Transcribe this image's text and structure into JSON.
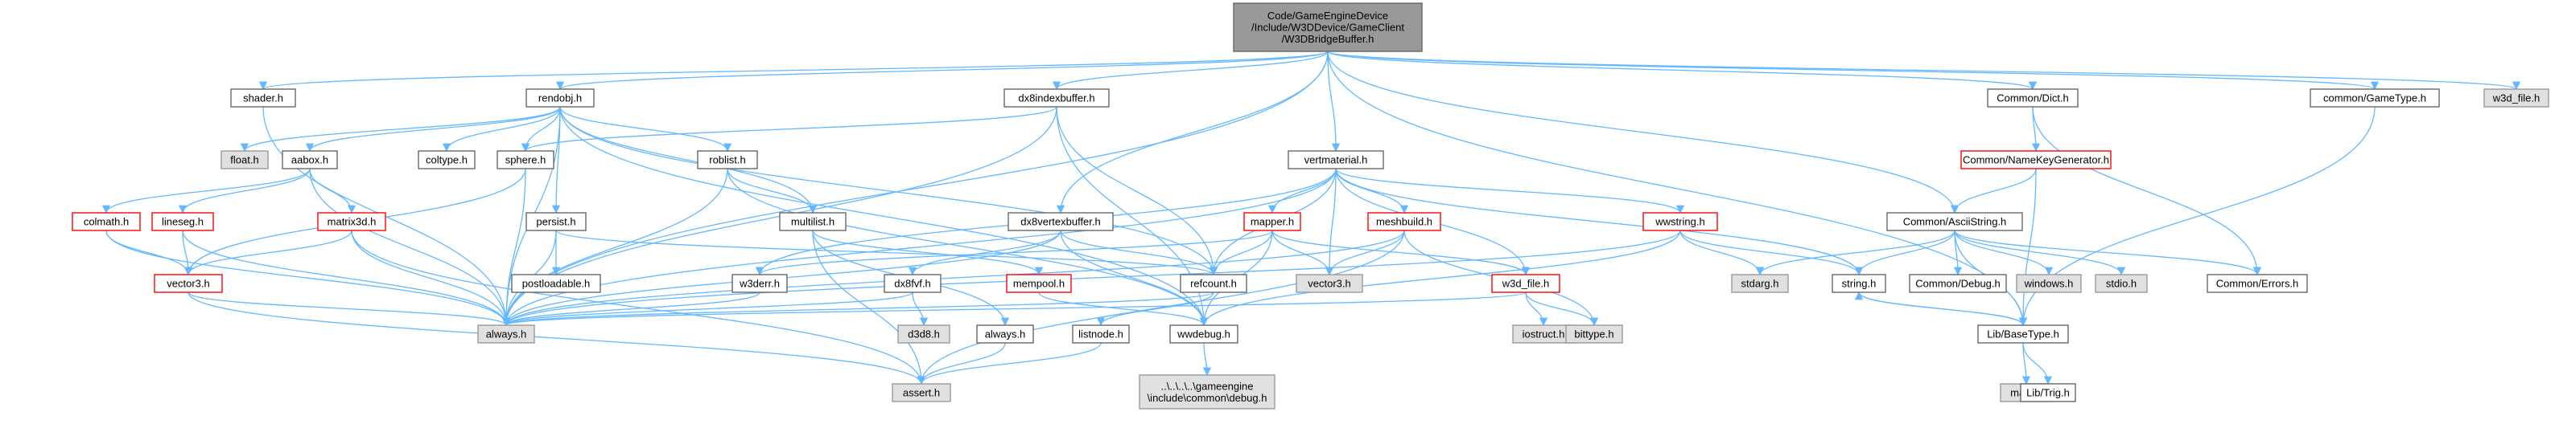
{
  "graph": {
    "colors": {
      "edge": "#63b8ff",
      "root_fill": "#999999",
      "root_stroke": "#666666",
      "node_fill": "#ffffff",
      "node_stroke": "#666666",
      "system_fill": "#e0e0e0",
      "system_stroke": "#999999",
      "missing_stroke": "#ff0000"
    },
    "nodes": [
      {
        "id": "root",
        "label": [
          "Code/GameEngineDevice",
          "/Include/W3DDevice/GameClient",
          "/W3DBridgeBuffer.h"
        ],
        "kind": "root"
      },
      {
        "id": "shader",
        "label": [
          "shader.h"
        ],
        "kind": "normal"
      },
      {
        "id": "rendobj",
        "label": [
          "rendobj.h"
        ],
        "kind": "normal"
      },
      {
        "id": "dx8index",
        "label": [
          "dx8indexbuffer.h"
        ],
        "kind": "normal"
      },
      {
        "id": "commondict",
        "label": [
          "Common/Dict.h"
        ],
        "kind": "normal"
      },
      {
        "id": "commongametype",
        "label": [
          "common/GameType.h"
        ],
        "kind": "normal"
      },
      {
        "id": "w3dfile_top",
        "label": [
          "w3d_file.h"
        ],
        "kind": "system"
      },
      {
        "id": "float",
        "label": [
          "float.h"
        ],
        "kind": "system"
      },
      {
        "id": "aabox",
        "label": [
          "aabox.h"
        ],
        "kind": "normal"
      },
      {
        "id": "coltype",
        "label": [
          "coltype.h"
        ],
        "kind": "normal"
      },
      {
        "id": "sphere",
        "label": [
          "sphere.h"
        ],
        "kind": "normal"
      },
      {
        "id": "roblist",
        "label": [
          "roblist.h"
        ],
        "kind": "normal"
      },
      {
        "id": "vertmaterial",
        "label": [
          "vertmaterial.h"
        ],
        "kind": "normal"
      },
      {
        "id": "namekey",
        "label": [
          "Common/NameKeyGenerator.h"
        ],
        "kind": "missing"
      },
      {
        "id": "colmath",
        "label": [
          "colmath.h"
        ],
        "kind": "missing"
      },
      {
        "id": "lineseg",
        "label": [
          "lineseg.h"
        ],
        "kind": "missing"
      },
      {
        "id": "matrix3d",
        "label": [
          "matrix3d.h"
        ],
        "kind": "missing"
      },
      {
        "id": "persist",
        "label": [
          "persist.h"
        ],
        "kind": "normal"
      },
      {
        "id": "multilist",
        "label": [
          "multilist.h"
        ],
        "kind": "normal"
      },
      {
        "id": "dx8vertex",
        "label": [
          "dx8vertexbuffer.h"
        ],
        "kind": "normal"
      },
      {
        "id": "mapper",
        "label": [
          "mapper.h"
        ],
        "kind": "missing"
      },
      {
        "id": "meshbuild",
        "label": [
          "meshbuild.h"
        ],
        "kind": "missing"
      },
      {
        "id": "wwstring",
        "label": [
          "wwstring.h"
        ],
        "kind": "missing"
      },
      {
        "id": "asciistring",
        "label": [
          "Common/AsciiString.h"
        ],
        "kind": "normal"
      },
      {
        "id": "vector3",
        "label": [
          "vector3.h"
        ],
        "kind": "missing"
      },
      {
        "id": "postloadable",
        "label": [
          "postloadable.h"
        ],
        "kind": "normal"
      },
      {
        "id": "w3derr",
        "label": [
          "w3derr.h"
        ],
        "kind": "normal"
      },
      {
        "id": "dx8fvf",
        "label": [
          "dx8fvf.h"
        ],
        "kind": "normal"
      },
      {
        "id": "mempool",
        "label": [
          "mempool.h"
        ],
        "kind": "missing"
      },
      {
        "id": "refcount",
        "label": [
          "refcount.h"
        ],
        "kind": "normal"
      },
      {
        "id": "vector3sys",
        "label": [
          "vector3.h"
        ],
        "kind": "system"
      },
      {
        "id": "w3dfile",
        "label": [
          "w3d_file.h"
        ],
        "kind": "missing"
      },
      {
        "id": "stdarg",
        "label": [
          "stdarg.h"
        ],
        "kind": "system"
      },
      {
        "id": "string",
        "label": [
          "string.h"
        ],
        "kind": "normal"
      },
      {
        "id": "commondebug",
        "label": [
          "Common/Debug.h"
        ],
        "kind": "normal"
      },
      {
        "id": "windows",
        "label": [
          "windows.h"
        ],
        "kind": "system"
      },
      {
        "id": "stdio",
        "label": [
          "stdio.h"
        ],
        "kind": "system"
      },
      {
        "id": "commonerrors",
        "label": [
          "Common/Errors.h"
        ],
        "kind": "normal"
      },
      {
        "id": "always",
        "label": [
          "always.h"
        ],
        "kind": "system"
      },
      {
        "id": "d3d8",
        "label": [
          "d3d8.h"
        ],
        "kind": "system"
      },
      {
        "id": "alwaysn",
        "label": [
          "always.h"
        ],
        "kind": "normal"
      },
      {
        "id": "listnode",
        "label": [
          "listnode.h"
        ],
        "kind": "normal"
      },
      {
        "id": "wwdebug",
        "label": [
          "wwdebug.h"
        ],
        "kind": "normal"
      },
      {
        "id": "iostruct",
        "label": [
          "iostruct.h"
        ],
        "kind": "system"
      },
      {
        "id": "bittype",
        "label": [
          "bittype.h"
        ],
        "kind": "system"
      },
      {
        "id": "basetype",
        "label": [
          "Lib/BaseType.h"
        ],
        "kind": "normal"
      },
      {
        "id": "assert",
        "label": [
          "assert.h"
        ],
        "kind": "system"
      },
      {
        "id": "gedebug",
        "label": [
          "..\\..\\..\\..\\gameengine",
          "\\include\\common\\debug.h"
        ],
        "kind": "system"
      },
      {
        "id": "math",
        "label": [
          "math.h"
        ],
        "kind": "system"
      },
      {
        "id": "trig",
        "label": [
          "Lib/Trig.h"
        ],
        "kind": "normal"
      }
    ],
    "edges": [
      [
        "root",
        "shader"
      ],
      [
        "root",
        "rendobj"
      ],
      [
        "root",
        "dx8index"
      ],
      [
        "root",
        "vertmaterial"
      ],
      [
        "root",
        "dx8vertex"
      ],
      [
        "root",
        "commondict"
      ],
      [
        "root",
        "commongametype"
      ],
      [
        "root",
        "w3dfile_top"
      ],
      [
        "root",
        "asciistring"
      ],
      [
        "root",
        "always"
      ],
      [
        "root",
        "basetype"
      ],
      [
        "shader",
        "always"
      ],
      [
        "rendobj",
        "float"
      ],
      [
        "rendobj",
        "aabox"
      ],
      [
        "rendobj",
        "coltype"
      ],
      [
        "rendobj",
        "sphere"
      ],
      [
        "rendobj",
        "roblist"
      ],
      [
        "rendobj",
        "persist"
      ],
      [
        "rendobj",
        "multilist"
      ],
      [
        "rendobj",
        "always"
      ],
      [
        "rendobj",
        "refcount"
      ],
      [
        "rendobj",
        "wwdebug"
      ],
      [
        "aabox",
        "colmath"
      ],
      [
        "aabox",
        "lineseg"
      ],
      [
        "aabox",
        "matrix3d"
      ],
      [
        "aabox",
        "always"
      ],
      [
        "colmath",
        "vector3"
      ],
      [
        "colmath",
        "always"
      ],
      [
        "lineseg",
        "vector3"
      ],
      [
        "lineseg",
        "always"
      ],
      [
        "matrix3d",
        "vector3"
      ],
      [
        "matrix3d",
        "always"
      ],
      [
        "matrix3d",
        "assert"
      ],
      [
        "vector3",
        "always"
      ],
      [
        "vector3",
        "assert"
      ],
      [
        "sphere",
        "vector3"
      ],
      [
        "sphere",
        "always"
      ],
      [
        "persist",
        "postloadable"
      ],
      [
        "persist",
        "refcount"
      ],
      [
        "persist",
        "always"
      ],
      [
        "roblist",
        "multilist"
      ],
      [
        "roblist",
        "always"
      ],
      [
        "roblist",
        "wwdebug"
      ],
      [
        "multilist",
        "mempool"
      ],
      [
        "multilist",
        "alwaysn"
      ],
      [
        "multilist",
        "assert"
      ],
      [
        "mempool",
        "wwdebug"
      ],
      [
        "dx8index",
        "sphere"
      ],
      [
        "dx8index",
        "refcount"
      ],
      [
        "dx8index",
        "wwdebug"
      ],
      [
        "dx8index",
        "always"
      ],
      [
        "dx8vertex",
        "dx8fvf"
      ],
      [
        "dx8vertex",
        "refcount"
      ],
      [
        "dx8vertex",
        "wwdebug"
      ],
      [
        "dx8vertex",
        "always"
      ],
      [
        "dx8fvf",
        "d3d8"
      ],
      [
        "dx8fvf",
        "always"
      ],
      [
        "vertmaterial",
        "mapper"
      ],
      [
        "vertmaterial",
        "meshbuild"
      ],
      [
        "vertmaterial",
        "wwstring"
      ],
      [
        "vertmaterial",
        "w3dfile"
      ],
      [
        "vertmaterial",
        "vector3sys"
      ],
      [
        "vertmaterial",
        "refcount"
      ],
      [
        "vertmaterial",
        "w3derr"
      ],
      [
        "vertmaterial",
        "string"
      ],
      [
        "vertmaterial",
        "always"
      ],
      [
        "mapper",
        "refcount"
      ],
      [
        "mapper",
        "vector3sys"
      ],
      [
        "mapper",
        "w3dfile"
      ],
      [
        "mapper",
        "w3derr"
      ],
      [
        "mapper",
        "wwdebug"
      ],
      [
        "meshbuild",
        "vector3sys"
      ],
      [
        "meshbuild",
        "bittype"
      ],
      [
        "meshbuild",
        "always"
      ],
      [
        "meshbuild",
        "assert"
      ],
      [
        "wwstring",
        "stdarg"
      ],
      [
        "wwstring",
        "string"
      ],
      [
        "wwstring",
        "wwdebug"
      ],
      [
        "wwstring",
        "always"
      ],
      [
        "w3dfile",
        "always"
      ],
      [
        "w3dfile",
        "iostruct"
      ],
      [
        "w3dfile",
        "bittype"
      ],
      [
        "w3derr",
        "always"
      ],
      [
        "refcount",
        "listnode"
      ],
      [
        "refcount",
        "always"
      ],
      [
        "alwaysn",
        "assert"
      ],
      [
        "listnode",
        "assert"
      ],
      [
        "wwdebug",
        "gedebug"
      ],
      [
        "commondict",
        "namekey"
      ],
      [
        "commondict",
        "commonerrors"
      ],
      [
        "namekey",
        "asciistring"
      ],
      [
        "namekey",
        "basetype"
      ],
      [
        "commongametype",
        "basetype"
      ],
      [
        "asciistring",
        "basetype"
      ],
      [
        "asciistring",
        "string"
      ],
      [
        "asciistring",
        "commondebug"
      ],
      [
        "asciistring",
        "windows"
      ],
      [
        "asciistring",
        "stdio"
      ],
      [
        "asciistring",
        "stdarg"
      ],
      [
        "asciistring",
        "commonerrors"
      ],
      [
        "string",
        "basetype"
      ],
      [
        "basetype",
        "string"
      ],
      [
        "basetype",
        "math"
      ],
      [
        "basetype",
        "trig"
      ]
    ]
  }
}
